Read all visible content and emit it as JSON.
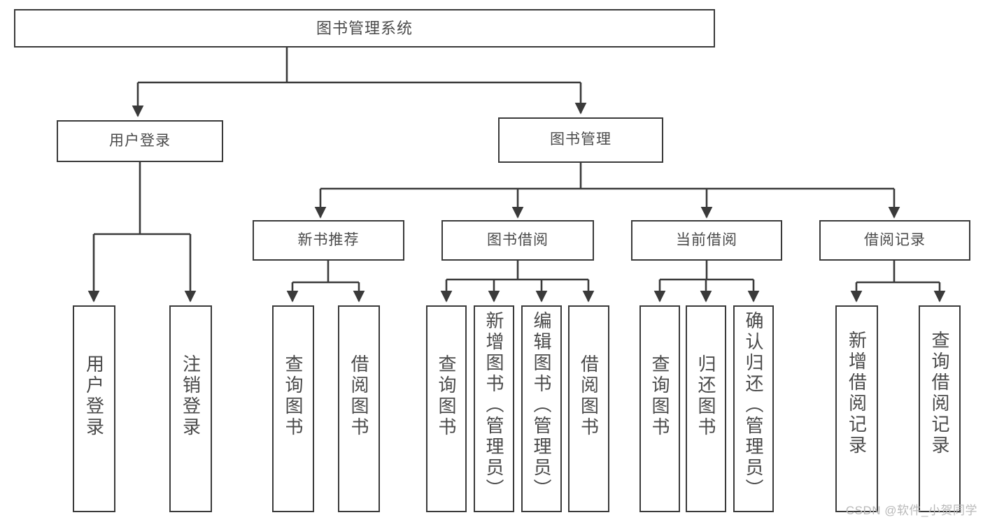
{
  "diagram": {
    "title": "图书管理系统",
    "type": "tree-hierarchy",
    "watermark": "CSDN @软件_小贺同学",
    "colors": {
      "box_border": "#3a3a3a",
      "connector": "#3a3a3a",
      "text": "#4a4a4a",
      "background": "#ffffff",
      "watermark": "#b9b9b9"
    }
  },
  "nodes": {
    "root": {
      "label": "图书管理系统",
      "level": 0
    },
    "level1": [
      {
        "id": "user-login",
        "label": "用户登录"
      },
      {
        "id": "book-management",
        "label": "图书管理"
      }
    ],
    "level2": [
      {
        "id": "new-book-recommend",
        "label": "新书推荐"
      },
      {
        "id": "book-borrow",
        "label": "图书借阅"
      },
      {
        "id": "current-borrow",
        "label": "当前借阅"
      },
      {
        "id": "borrow-record",
        "label": "借阅记录"
      }
    ],
    "leaves": {
      "user-login": [
        {
          "id": "leaf-user-login",
          "label": "用户登录"
        },
        {
          "id": "leaf-logout",
          "label": "注销登录"
        }
      ],
      "new-book-recommend": [
        {
          "id": "leaf-query-book-1",
          "label": "查询图书"
        },
        {
          "id": "leaf-borrow-book-1",
          "label": "借阅图书"
        }
      ],
      "book-borrow": [
        {
          "id": "leaf-query-book-2",
          "label": "查询图书"
        },
        {
          "id": "leaf-add-book",
          "label": "新增图书（管理员）"
        },
        {
          "id": "leaf-edit-book",
          "label": "编辑图书（管理员）"
        },
        {
          "id": "leaf-borrow-book-2",
          "label": "借阅图书"
        }
      ],
      "current-borrow": [
        {
          "id": "leaf-query-book-3",
          "label": "查询图书"
        },
        {
          "id": "leaf-return-book",
          "label": "归还图书"
        },
        {
          "id": "leaf-confirm-return",
          "label": "确认归还（管理员）"
        }
      ],
      "borrow-record": [
        {
          "id": "leaf-add-record",
          "label": "新增借阅记录"
        },
        {
          "id": "leaf-query-record",
          "label": "查询借阅记录"
        }
      ]
    }
  }
}
